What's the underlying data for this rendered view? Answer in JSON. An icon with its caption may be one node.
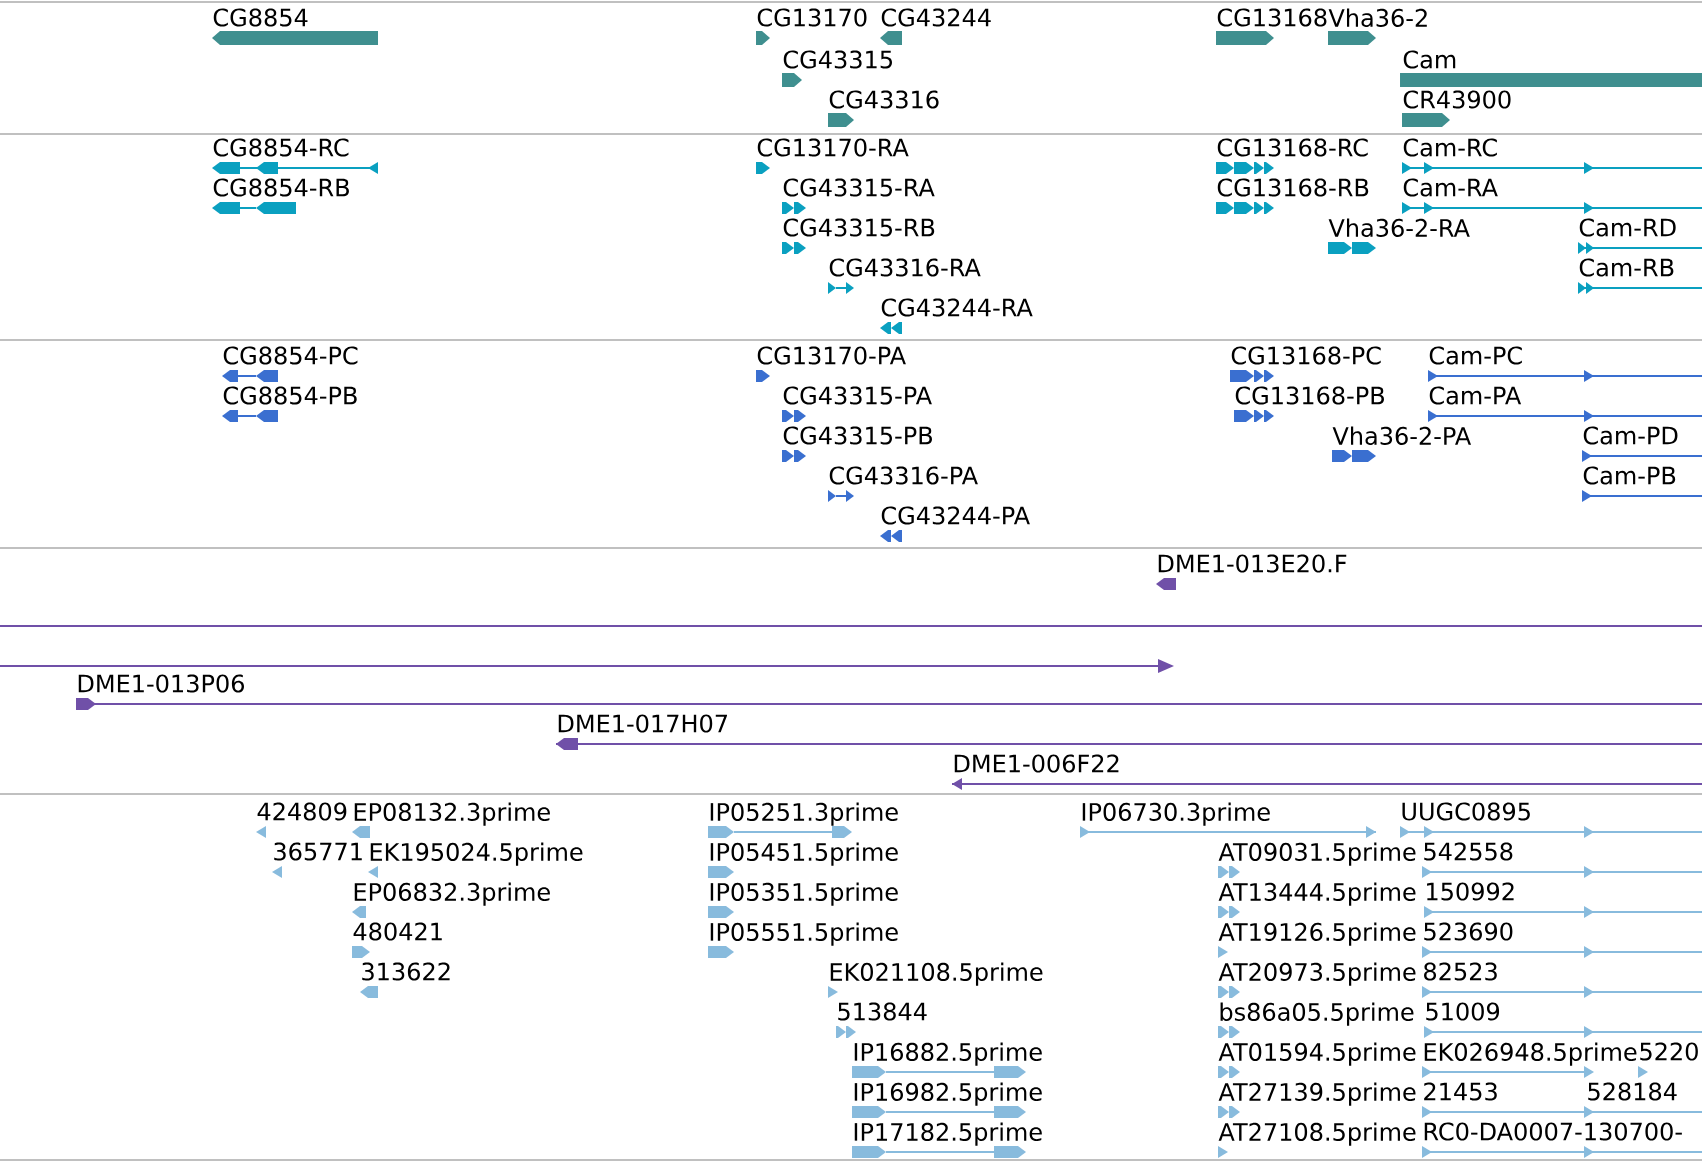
{
  "diagram": {
    "labels": [
      "CG8854",
      "CG13170",
      "CG43244",
      "CG43315",
      "CG43316",
      "CG13168",
      "Vha36-2",
      "Cam",
      "CR43900",
      "CG8854-RC",
      "CG8854-RB",
      "CG13170-RA",
      "CG43315-RA",
      "CG43315-RB",
      "CG43316-RA",
      "CG43244-RA",
      "CG13168-RC",
      "CG13168-RB",
      "Vha36-2-RA",
      "Cam-RC",
      "Cam-RA",
      "Cam-RD",
      "Cam-RB",
      "CG8854-PC",
      "CG8854-PB",
      "CG13170-PA",
      "CG43315-PA",
      "CG43315-PB",
      "CG43316-PA",
      "CG43244-PA",
      "CG13168-PC",
      "CG13168-PB",
      "Vha36-2-PA",
      "Cam-PC",
      "Cam-PA",
      "Cam-PD",
      "Cam-PB",
      "DME1-013E20.F",
      "DME1-013P06",
      "DME1-017H07",
      "DME1-006F22",
      "424809",
      "EP08132.3prime",
      "365771",
      "EK195024.5prime",
      "EP06832.3prime",
      "480421",
      "313622",
      "IP05251.3prime",
      "IP05451.5prime",
      "IP05351.5prime",
      "IP05551.5prime",
      "EK021108.5prime",
      "513844",
      "IP16882.5prime",
      "IP16982.5prime",
      "IP17182.5prime",
      "IP06730.3prime",
      "UUGC0895",
      "AT09031.5prime",
      "542558",
      "AT13444.5prime",
      "150992",
      "AT19126.5prime",
      "523690",
      "AT20973.5prime",
      "82523",
      "bs86a05.5prime",
      "51009",
      "AT01594.5prime",
      "EK026948.5prime",
      "5220",
      "AT27139.5prime",
      "21453",
      "528184",
      "AT27108.5prime",
      "RC0-DA0007-130700-"
    ]
  }
}
